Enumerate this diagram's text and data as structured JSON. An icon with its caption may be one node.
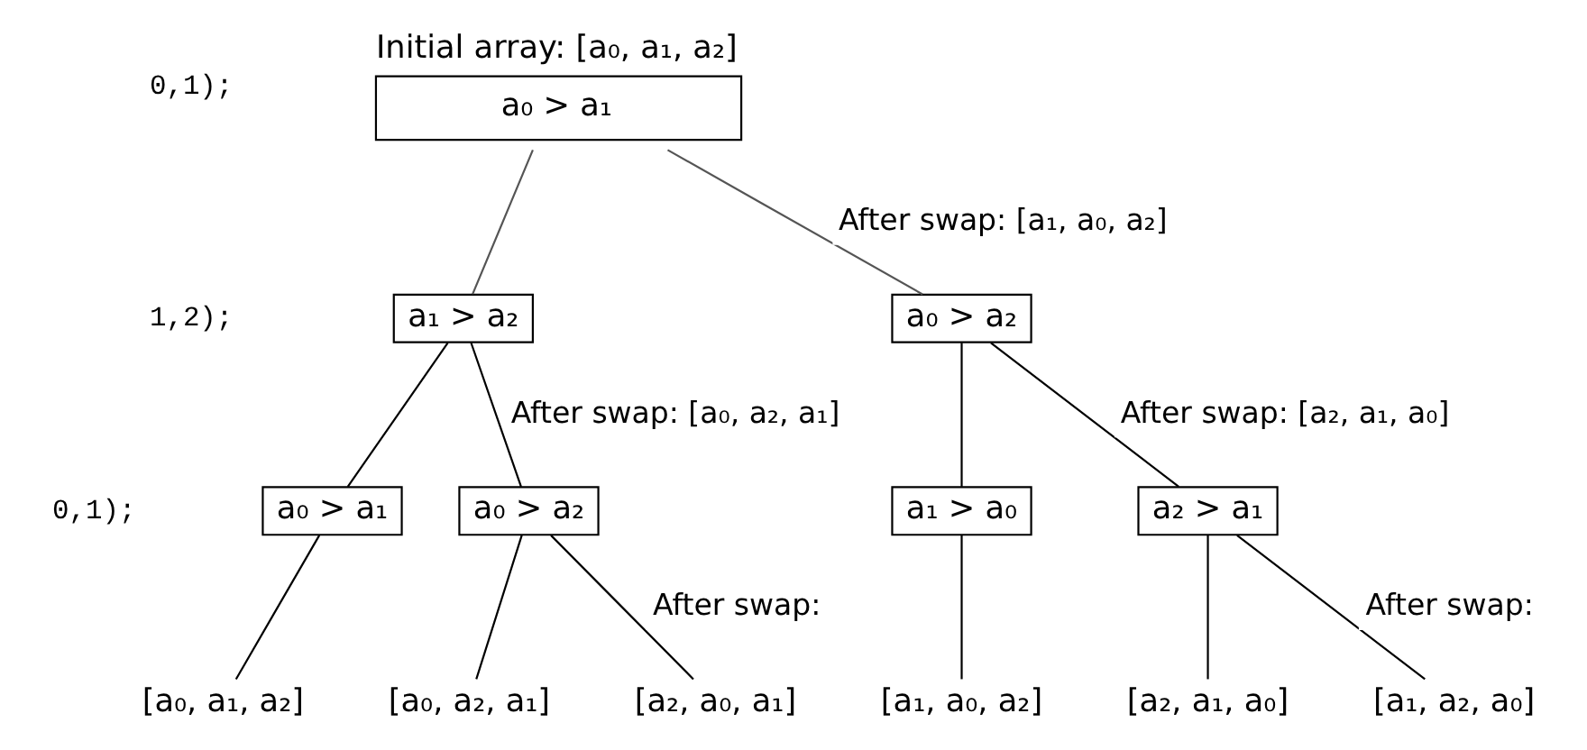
{
  "diagram": {
    "nodes": [
      {
        "text": [
          "a₀ > a₁"
        ],
        "beside": [
          "Initial array: [a₀, a₁, a₂]"
        ]
      },
      {
        "text": [
          "a₁ > a₂"
        ]
      },
      {
        "text": [
          "a₀ > a₂"
        ]
      },
      {
        "text": [
          "a₀ > a₁"
        ]
      },
      {
        "text": [
          "a₀ > a₂"
        ]
      },
      {
        "text": [
          "a₁ > a₀"
        ]
      },
      {
        "text": [
          "a₂ > a₁"
        ]
      },
      {
        "text": [
          "[a₀, a₁, a₂]"
        ]
      },
      {
        "text": [
          "[a₀, a₂, a₁]"
        ]
      },
      {
        "text": [
          "[a₂, a₀, a₁]"
        ]
      },
      {
        "text": [
          "[a₁, a₀, a₂]"
        ]
      },
      {
        "text": [
          "[a₂, a₁, a₀]"
        ]
      },
      {
        "text": [
          "[a₁, a₂, a₀]"
        ]
      }
    ],
    "edges": [
      {
        "from": 0,
        "to": 1,
        "arrow": "none",
        "color": "#555555"
      },
      {
        "from": 0,
        "to": 2,
        "arrow": "none",
        "color": "#555555",
        "label": "After swap: [a₁, a₀, a₂]"
      },
      {
        "from": 1,
        "to": 3,
        "arrow": "none"
      },
      {
        "from": 1,
        "to": 4,
        "arrow": "none",
        "label": "After swap: [a₀, a₂, a₁]"
      },
      {
        "from": 2,
        "to": 5,
        "arrow": "none"
      },
      {
        "from": 2,
        "to": 6,
        "arrow": "none",
        "label": "After swap: [a₂, a₁, a₀]"
      },
      {
        "from": 3,
        "to": 7,
        "arrow": "none"
      },
      {
        "from": 4,
        "to": 8,
        "arrow": "none"
      },
      {
        "from": 4,
        "to": 9,
        "arrow": "none",
        "label": "After swap:"
      },
      {
        "from": 5,
        "to": 10,
        "arrow": "none"
      },
      {
        "from": 6,
        "to": 11,
        "arrow": "none"
      },
      {
        "from": 6,
        "to": 12,
        "arrow": "none",
        "label": "After swap:"
      }
    ],
    "labels": [
      "0,1);",
      "1,2);",
      "0,1);"
    ]
  }
}
